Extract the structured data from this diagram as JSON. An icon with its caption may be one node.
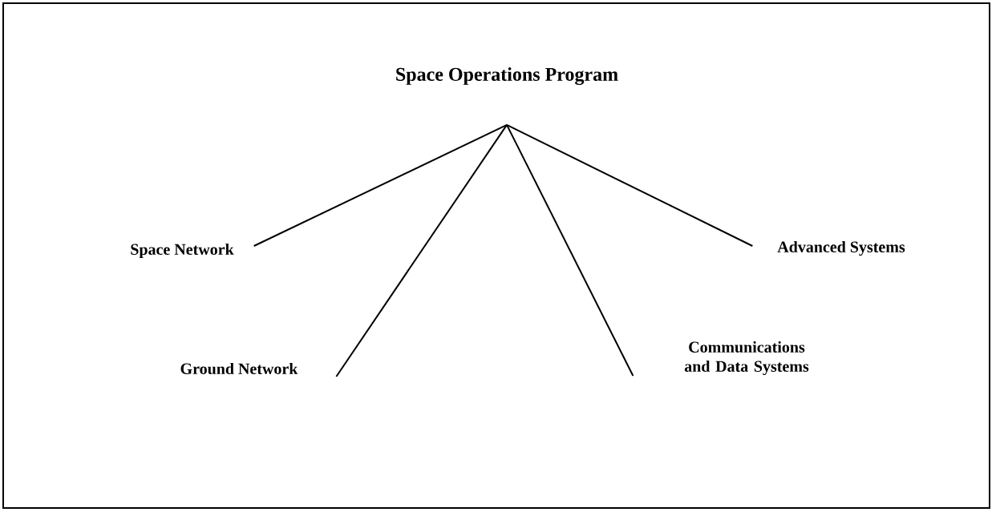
{
  "diagram": {
    "nodes": [
      {
        "text": [
          "Space Operations Program"
        ]
      },
      {
        "text": [
          "Space Network"
        ]
      },
      {
        "text": [
          "Ground Network"
        ]
      },
      {
        "text": [
          "Communications and Data Systems"
        ]
      },
      {
        "text": [
          "Advanced Systems"
        ]
      }
    ],
    "edges": [
      {
        "from": 0,
        "to": 1,
        "arrow": "none"
      },
      {
        "from": 0,
        "to": 2,
        "arrow": "none"
      },
      {
        "from": 0,
        "to": 3,
        "arrow": "none"
      },
      {
        "from": 0,
        "to": 4,
        "arrow": "none"
      }
    ]
  }
}
